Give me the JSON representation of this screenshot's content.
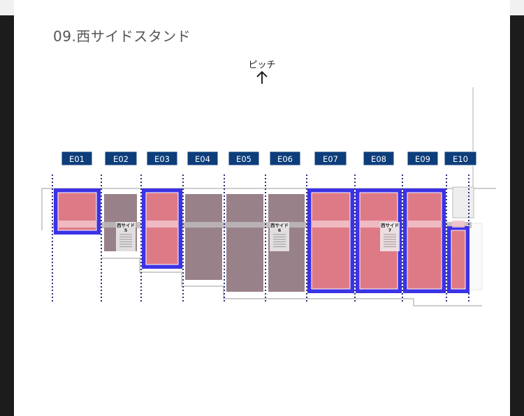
{
  "page": {
    "title": "09.西サイドスタンド"
  },
  "pitch": {
    "label": "ピッチ",
    "arrow_icon": "arrow-up-icon"
  },
  "colors": {
    "label_bg": "#0d3d7a",
    "highlight_border": "#3c32e6",
    "highlight_fill": "#de7a86",
    "block_fill": "#998189",
    "divider": "#2a2f7a"
  },
  "blocks": [
    {
      "code": "E01",
      "highlighted": true
    },
    {
      "code": "E02",
      "highlighted": false
    },
    {
      "code": "E03",
      "highlighted": true
    },
    {
      "code": "E04",
      "highlighted": false
    },
    {
      "code": "E05",
      "highlighted": false
    },
    {
      "code": "E06",
      "highlighted": false
    },
    {
      "code": "E07",
      "highlighted": true
    },
    {
      "code": "E08",
      "highlighted": true
    },
    {
      "code": "E09",
      "highlighted": true
    },
    {
      "code": "E10",
      "highlighted": true
    }
  ],
  "gates": [
    {
      "name": "西サイド",
      "number": "5"
    },
    {
      "name": "西サイド",
      "number": "6"
    },
    {
      "name": "西サイド",
      "number": "7"
    }
  ]
}
